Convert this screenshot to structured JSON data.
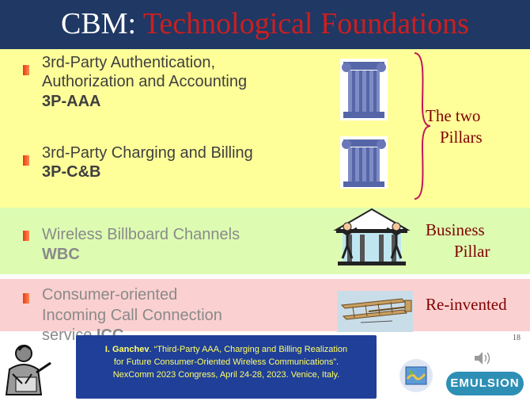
{
  "title": {
    "prefix": "CBM: ",
    "main": "Technological Foundations"
  },
  "bullets": [
    {
      "lines": [
        "3rd-Party Authentication,",
        "Authorization and Accounting"
      ],
      "acronym": "3P-AAA"
    },
    {
      "lines": [
        "3rd-Party Charging and Billing"
      ],
      "acronym": "3P-C&B"
    },
    {
      "lines": [
        "Wireless Billboard Channels"
      ],
      "acronym": "WBC"
    },
    {
      "lines": [
        "Consumer-oriented",
        "Incoming Call Connection",
        "service "
      ],
      "acronym": "ICC"
    }
  ],
  "labels": {
    "pillars_line1": "The two",
    "pillars_line2": "Pillars",
    "business_line1": "Business",
    "business_line2": "Pillar",
    "reinvented": "Re-invented"
  },
  "footer": {
    "author": "I. Ganchev",
    "line1_rest": ". “Third-Party AAA, Charging and Billing Realization",
    "line2": "for Future Consumer-Oriented Wireless Communications”.",
    "line3": "NexComm 2023 Congress, April 24-28, 2023. Venice, Italy."
  },
  "page_number": "18",
  "brand": "EMULSION",
  "icons": [
    "column-icon",
    "column-icon",
    "bank-building-icon",
    "biplane-icon",
    "speaker-icon",
    "presenter-icon",
    "map-icon"
  ],
  "colors": {
    "title_bar": "#1f3864",
    "title_accent": "#cc1f1f",
    "yellow_band": "#ffff99",
    "green_band": "#ddfcb2",
    "pink_band": "#fbd0d0",
    "footer": "#1f3f99"
  }
}
